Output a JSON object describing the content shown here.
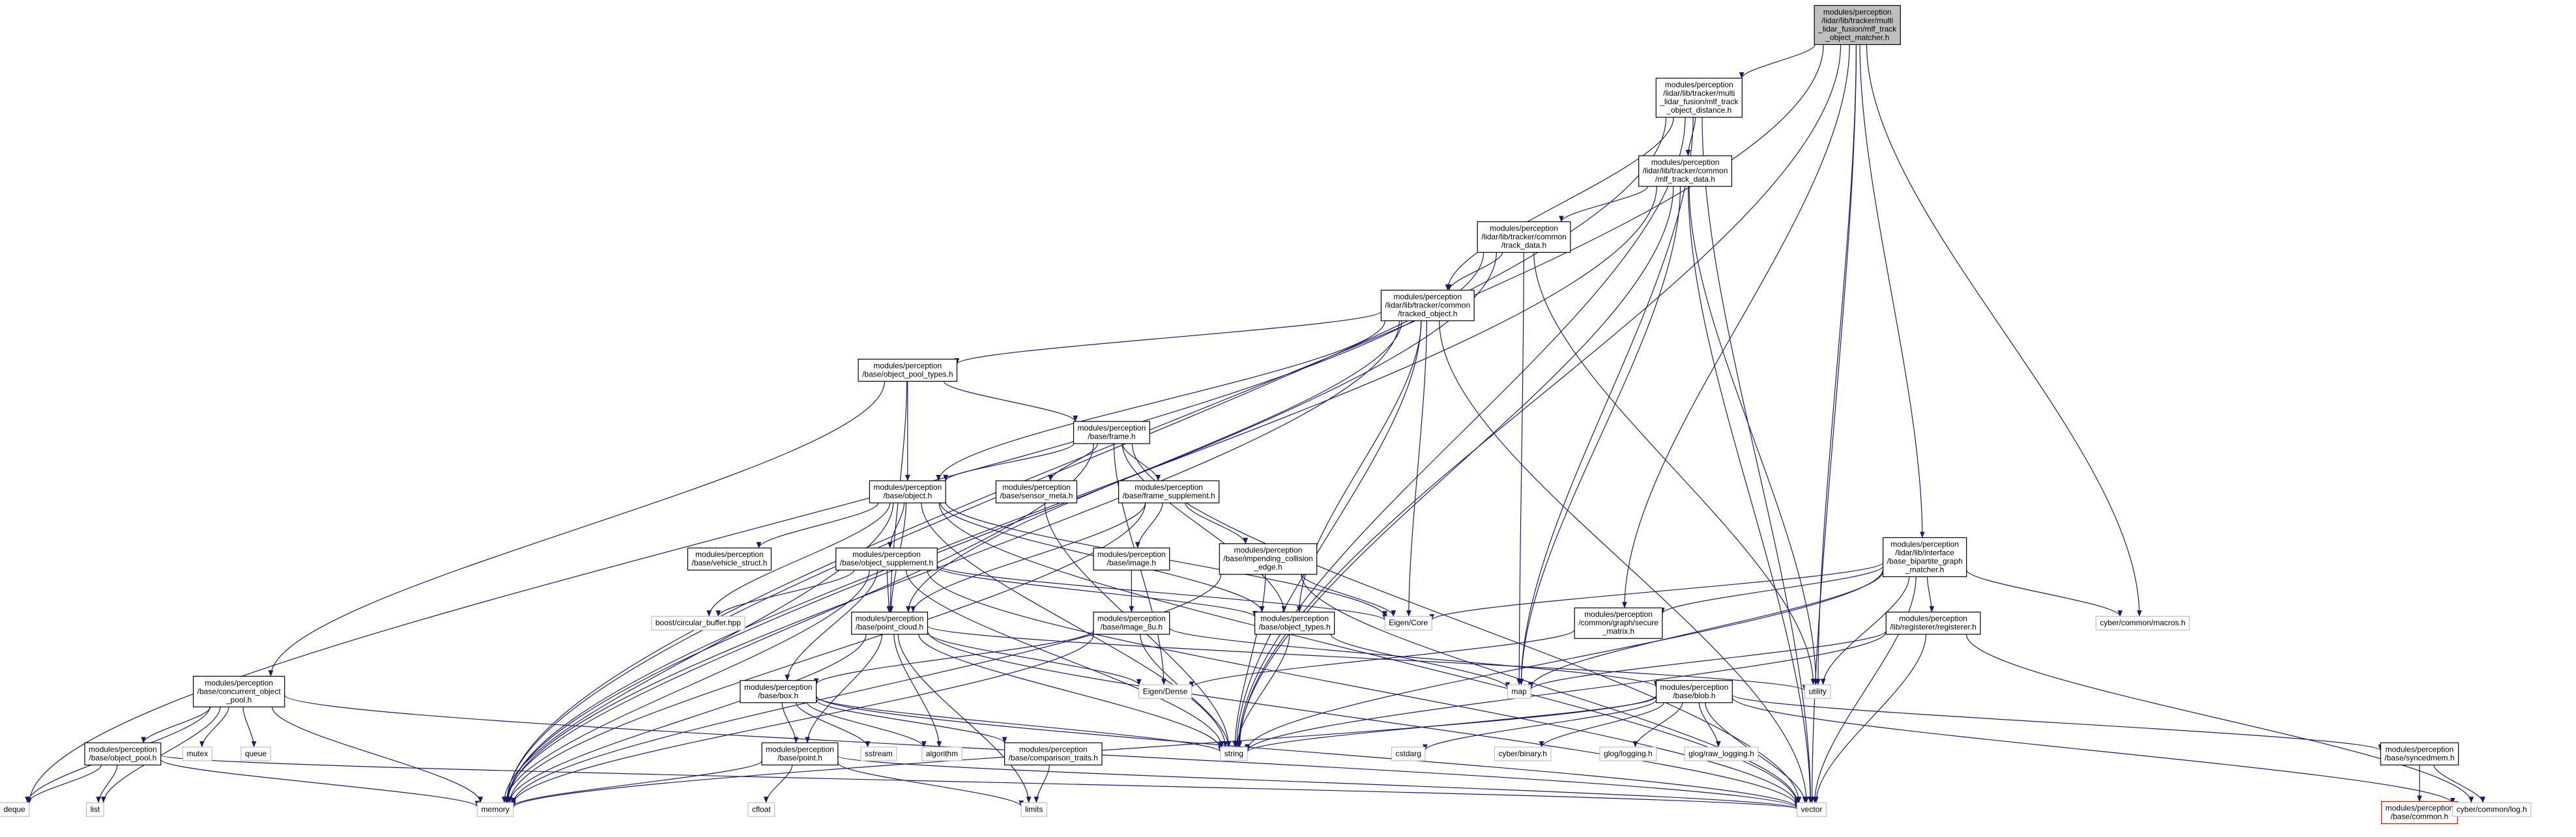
{
  "colors": {
    "edge": "#191970",
    "border": "#000000",
    "leaf_border": "#bfbfbf",
    "root_fill": "#bfbfbf",
    "missing_border": "#ff0000"
  },
  "graph": {
    "nodes": [
      {
        "id": "mlf_matcher",
        "lines": [
          "modules/perception",
          "/lidar/lib/tracker/multi",
          "_lidar_fusion/mlf_track",
          "_object_matcher.h"
        ],
        "kind": "root"
      },
      {
        "id": "mlf_distance",
        "lines": [
          "modules/perception",
          "/lidar/lib/tracker/multi",
          "_lidar_fusion/mlf_track",
          "_object_distance.h"
        ],
        "kind": "file"
      },
      {
        "id": "mlf_track_data",
        "lines": [
          "modules/perception",
          "/lidar/lib/tracker/common",
          "/mlf_track_data.h"
        ],
        "kind": "file"
      },
      {
        "id": "track_data",
        "lines": [
          "modules/perception",
          "/lidar/lib/tracker/common",
          "/track_data.h"
        ],
        "kind": "file"
      },
      {
        "id": "tracked_object",
        "lines": [
          "modules/perception",
          "/lidar/lib/tracker/common",
          "/tracked_object.h"
        ],
        "kind": "file"
      },
      {
        "id": "object_pool_types",
        "lines": [
          "modules/perception",
          "/base/object_pool_types.h"
        ],
        "kind": "file"
      },
      {
        "id": "frame",
        "lines": [
          "modules/perception",
          "/base/frame.h"
        ],
        "kind": "file"
      },
      {
        "id": "object",
        "lines": [
          "modules/perception",
          "/base/object.h"
        ],
        "kind": "file"
      },
      {
        "id": "sensor_meta",
        "lines": [
          "modules/perception",
          "/base/sensor_meta.h"
        ],
        "kind": "file"
      },
      {
        "id": "frame_supplement",
        "lines": [
          "modules/perception",
          "/base/frame_supplement.h"
        ],
        "kind": "file"
      },
      {
        "id": "vehicle_struct",
        "lines": [
          "modules/perception",
          "/base/vehicle_struct.h"
        ],
        "kind": "file"
      },
      {
        "id": "object_supplement",
        "lines": [
          "modules/perception",
          "/base/object_supplement.h"
        ],
        "kind": "file"
      },
      {
        "id": "image",
        "lines": [
          "modules/perception",
          "/base/image.h"
        ],
        "kind": "file"
      },
      {
        "id": "impending",
        "lines": [
          "modules/perception",
          "/base/impending_collision",
          "_edge.h"
        ],
        "kind": "file"
      },
      {
        "id": "bipartite",
        "lines": [
          "modules/perception",
          "/lidar/lib/interface",
          "/base_bipartite_graph",
          "_matcher.h"
        ],
        "kind": "file"
      },
      {
        "id": "secure_matrix",
        "lines": [
          "modules/perception",
          "/common/graph/secure",
          "_matrix.h"
        ],
        "kind": "file"
      },
      {
        "id": "registerer",
        "lines": [
          "modules/perception",
          "/lib/registerer/registerer.h"
        ],
        "kind": "file"
      },
      {
        "id": "point_cloud",
        "lines": [
          "modules/perception",
          "/base/point_cloud.h"
        ],
        "kind": "file"
      },
      {
        "id": "object_types",
        "lines": [
          "modules/perception",
          "/base/object_types.h"
        ],
        "kind": "file"
      },
      {
        "id": "image_8u",
        "lines": [
          "modules/perception",
          "/base/image_8u.h"
        ],
        "kind": "file"
      },
      {
        "id": "concurrent_pool",
        "lines": [
          "modules/perception",
          "/base/concurrent_object",
          "_pool.h"
        ],
        "kind": "file"
      },
      {
        "id": "object_pool",
        "lines": [
          "modules/perception",
          "/base/object_pool.h"
        ],
        "kind": "file"
      },
      {
        "id": "box",
        "lines": [
          "modules/perception",
          "/base/box.h"
        ],
        "kind": "file"
      },
      {
        "id": "point",
        "lines": [
          "modules/perception",
          "/base/point.h"
        ],
        "kind": "file"
      },
      {
        "id": "comparison_traits",
        "lines": [
          "modules/perception",
          "/base/comparison_traits.h"
        ],
        "kind": "file"
      },
      {
        "id": "blob",
        "lines": [
          "modules/perception",
          "/base/blob.h"
        ],
        "kind": "file"
      },
      {
        "id": "syncedmem",
        "lines": [
          "modules/perception",
          "/base/syncedmem.h"
        ],
        "kind": "file"
      },
      {
        "id": "common_h",
        "lines": [
          "modules/perception",
          "/base/common.h"
        ],
        "kind": "red"
      },
      {
        "id": "boost_cb",
        "lines": [
          "boost/circular_buffer.hpp"
        ],
        "kind": "leaf"
      },
      {
        "id": "eigen_core",
        "lines": [
          "Eigen/Core"
        ],
        "kind": "leaf"
      },
      {
        "id": "eigen_dense",
        "lines": [
          "Eigen/Dense"
        ],
        "kind": "leaf"
      },
      {
        "id": "macros",
        "lines": [
          "cyber/common/macros.h"
        ],
        "kind": "leaf"
      },
      {
        "id": "map",
        "lines": [
          "map"
        ],
        "kind": "leaf"
      },
      {
        "id": "utility",
        "lines": [
          "utility"
        ],
        "kind": "leaf"
      },
      {
        "id": "string",
        "lines": [
          "string"
        ],
        "kind": "leaf"
      },
      {
        "id": "memory",
        "lines": [
          "memory"
        ],
        "kind": "leaf"
      },
      {
        "id": "vector",
        "lines": [
          "vector"
        ],
        "kind": "leaf"
      },
      {
        "id": "deque",
        "lines": [
          "deque"
        ],
        "kind": "leaf"
      },
      {
        "id": "list",
        "lines": [
          "list"
        ],
        "kind": "leaf"
      },
      {
        "id": "mutex",
        "lines": [
          "mutex"
        ],
        "kind": "leaf"
      },
      {
        "id": "queue",
        "lines": [
          "queue"
        ],
        "kind": "leaf"
      },
      {
        "id": "sstream",
        "lines": [
          "sstream"
        ],
        "kind": "leaf"
      },
      {
        "id": "algorithm",
        "lines": [
          "algorithm"
        ],
        "kind": "leaf"
      },
      {
        "id": "cfloat",
        "lines": [
          "cfloat"
        ],
        "kind": "leaf"
      },
      {
        "id": "limits",
        "lines": [
          "limits"
        ],
        "kind": "leaf"
      },
      {
        "id": "cstdarg",
        "lines": [
          "cstdarg"
        ],
        "kind": "leaf"
      },
      {
        "id": "cyber_binary",
        "lines": [
          "cyber/binary.h"
        ],
        "kind": "leaf"
      },
      {
        "id": "glog_logging",
        "lines": [
          "glog/logging.h"
        ],
        "kind": "leaf"
      },
      {
        "id": "glog_raw",
        "lines": [
          "glog/raw_logging.h"
        ],
        "kind": "leaf"
      },
      {
        "id": "cyber_log",
        "lines": [
          "cyber/common/log.h"
        ],
        "kind": "leaf"
      }
    ],
    "edges": [
      [
        "mlf_matcher",
        "mlf_distance"
      ],
      [
        "mlf_matcher",
        "bipartite"
      ],
      [
        "mlf_matcher",
        "secure_matrix"
      ],
      [
        "mlf_matcher",
        "macros"
      ],
      [
        "mlf_matcher",
        "memory"
      ],
      [
        "mlf_matcher",
        "string"
      ],
      [
        "mlf_matcher",
        "utility"
      ],
      [
        "mlf_matcher",
        "vector"
      ],
      [
        "mlf_distance",
        "mlf_track_data"
      ],
      [
        "mlf_distance",
        "tracked_object"
      ],
      [
        "mlf_distance",
        "memory"
      ],
      [
        "mlf_distance",
        "string"
      ],
      [
        "mlf_distance",
        "map"
      ],
      [
        "mlf_distance",
        "vector"
      ],
      [
        "mlf_track_data",
        "track_data"
      ],
      [
        "mlf_track_data",
        "memory"
      ],
      [
        "mlf_track_data",
        "map"
      ],
      [
        "mlf_track_data",
        "string"
      ],
      [
        "mlf_track_data",
        "utility"
      ],
      [
        "mlf_track_data",
        "vector"
      ],
      [
        "track_data",
        "tracked_object"
      ],
      [
        "track_data",
        "deque"
      ],
      [
        "track_data",
        "map"
      ],
      [
        "track_data",
        "memory"
      ],
      [
        "track_data",
        "utility"
      ],
      [
        "tracked_object",
        "object_pool_types"
      ],
      [
        "tracked_object",
        "object"
      ],
      [
        "tracked_object",
        "object_types"
      ],
      [
        "tracked_object",
        "point_cloud"
      ],
      [
        "tracked_object",
        "eigen_core"
      ],
      [
        "tracked_object",
        "memory"
      ],
      [
        "tracked_object",
        "string"
      ],
      [
        "tracked_object",
        "vector"
      ],
      [
        "object_pool_types",
        "concurrent_pool"
      ],
      [
        "object_pool_types",
        "frame"
      ],
      [
        "object_pool_types",
        "object"
      ],
      [
        "object_pool_types",
        "point_cloud"
      ],
      [
        "frame",
        "object"
      ],
      [
        "frame",
        "sensor_meta"
      ],
      [
        "frame",
        "frame_supplement"
      ],
      [
        "frame",
        "object_types"
      ],
      [
        "frame",
        "eigen_dense"
      ],
      [
        "frame",
        "memory"
      ],
      [
        "frame",
        "vector"
      ],
      [
        "object",
        "vehicle_struct"
      ],
      [
        "object",
        "object_supplement"
      ],
      [
        "object",
        "object_types"
      ],
      [
        "object",
        "point_cloud"
      ],
      [
        "object",
        "boost_cb"
      ],
      [
        "object",
        "eigen_core"
      ],
      [
        "object",
        "memory"
      ],
      [
        "object",
        "string"
      ],
      [
        "object",
        "vector"
      ],
      [
        "sensor_meta",
        "string"
      ],
      [
        "frame_supplement",
        "image"
      ],
      [
        "frame_supplement",
        "impending"
      ],
      [
        "frame_supplement",
        "point_cloud"
      ],
      [
        "frame_supplement",
        "memory"
      ],
      [
        "object_supplement",
        "box"
      ],
      [
        "object_supplement",
        "object_types"
      ],
      [
        "object_supplement",
        "point_cloud"
      ],
      [
        "object_supplement",
        "eigen_core"
      ],
      [
        "object_supplement",
        "memory"
      ],
      [
        "object_supplement",
        "string"
      ],
      [
        "object_supplement",
        "vector"
      ],
      [
        "object_supplement",
        "boost_cb"
      ],
      [
        "image",
        "image_8u"
      ],
      [
        "impending",
        "eigen_core"
      ],
      [
        "impending",
        "memory"
      ],
      [
        "impending",
        "string"
      ],
      [
        "impending",
        "vector"
      ],
      [
        "bipartite",
        "secure_matrix"
      ],
      [
        "bipartite",
        "registerer"
      ],
      [
        "bipartite",
        "eigen_core"
      ],
      [
        "bipartite",
        "macros"
      ],
      [
        "bipartite",
        "map"
      ],
      [
        "bipartite",
        "string"
      ],
      [
        "bipartite",
        "utility"
      ],
      [
        "bipartite",
        "vector"
      ],
      [
        "secure_matrix",
        "eigen_dense"
      ],
      [
        "registerer",
        "cyber_log"
      ],
      [
        "registerer",
        "map"
      ],
      [
        "registerer",
        "string"
      ],
      [
        "registerer",
        "vector"
      ],
      [
        "point_cloud",
        "point"
      ],
      [
        "point_cloud",
        "eigen_dense"
      ],
      [
        "point_cloud",
        "algorithm"
      ],
      [
        "point_cloud",
        "limits"
      ],
      [
        "point_cloud",
        "memory"
      ],
      [
        "point_cloud",
        "string"
      ],
      [
        "point_cloud",
        "utility"
      ],
      [
        "point_cloud",
        "vector"
      ],
      [
        "object_types",
        "map"
      ],
      [
        "object_types",
        "string"
      ],
      [
        "image_8u",
        "blob"
      ],
      [
        "image_8u",
        "box"
      ],
      [
        "image_8u",
        "memory"
      ],
      [
        "image_8u",
        "string"
      ],
      [
        "concurrent_pool",
        "object_pool"
      ],
      [
        "concurrent_pool",
        "deque"
      ],
      [
        "concurrent_pool",
        "list"
      ],
      [
        "concurrent_pool",
        "memory"
      ],
      [
        "concurrent_pool",
        "mutex"
      ],
      [
        "concurrent_pool",
        "queue"
      ],
      [
        "concurrent_pool",
        "vector"
      ],
      [
        "object_pool",
        "deque"
      ],
      [
        "object_pool",
        "list"
      ],
      [
        "object_pool",
        "memory"
      ],
      [
        "object_pool",
        "vector"
      ],
      [
        "box",
        "point"
      ],
      [
        "box",
        "comparison_traits"
      ],
      [
        "box",
        "algorithm"
      ],
      [
        "box",
        "sstream"
      ],
      [
        "box",
        "string"
      ],
      [
        "box",
        "vector"
      ],
      [
        "point",
        "cfloat"
      ],
      [
        "point",
        "limits"
      ],
      [
        "point",
        "memory"
      ],
      [
        "point",
        "vector"
      ],
      [
        "comparison_traits",
        "limits"
      ],
      [
        "blob",
        "syncedmem"
      ],
      [
        "blob",
        "cstdarg"
      ],
      [
        "blob",
        "cyber_binary"
      ],
      [
        "blob",
        "glog_logging"
      ],
      [
        "blob",
        "glog_raw"
      ],
      [
        "blob",
        "memory"
      ],
      [
        "blob",
        "string"
      ],
      [
        "blob",
        "vector"
      ],
      [
        "blob",
        "cyber_log"
      ],
      [
        "syncedmem",
        "common_h"
      ],
      [
        "syncedmem",
        "cyber_log"
      ]
    ]
  }
}
